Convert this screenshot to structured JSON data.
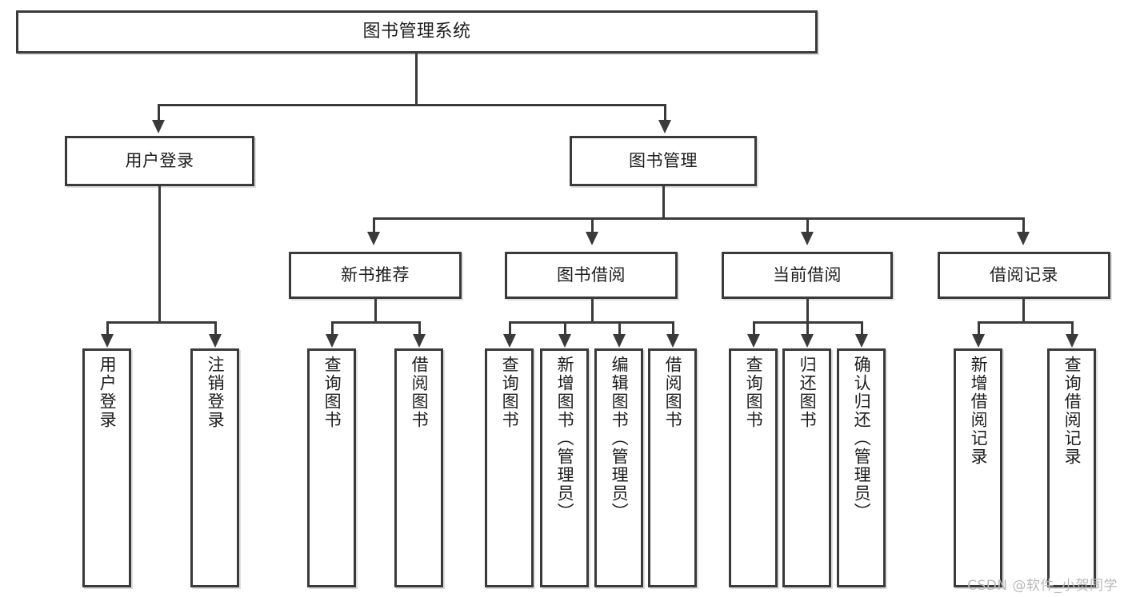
{
  "diagram": {
    "type": "tree-hierarchy",
    "title": "图书管理系统",
    "root": {
      "label": "图书管理系统"
    },
    "level2": [
      {
        "label": "用户登录"
      },
      {
        "label": "图书管理"
      }
    ],
    "level3": [
      {
        "label": "新书推荐"
      },
      {
        "label": "图书借阅"
      },
      {
        "label": "当前借阅"
      },
      {
        "label": "借阅记录"
      }
    ],
    "leaves": {
      "user_login": [
        {
          "label": "用户登录"
        },
        {
          "label": "注销登录"
        }
      ],
      "new_book_recommend": [
        {
          "label": "查询图书"
        },
        {
          "label": "借阅图书"
        }
      ],
      "book_borrow": [
        {
          "label": "查询图书"
        },
        {
          "label": "新增图书（管理员）"
        },
        {
          "label": "编辑图书（管理员）"
        },
        {
          "label": "借阅图书"
        }
      ],
      "current_borrow": [
        {
          "label": "查询图书"
        },
        {
          "label": "归还图书"
        },
        {
          "label": "确认归还（管理员）"
        }
      ],
      "borrow_record": [
        {
          "label": "新增借阅记录"
        },
        {
          "label": "查询借阅记录"
        }
      ]
    },
    "colors": {
      "line": "#3a3a3a",
      "box_fill": "#ffffff",
      "text": "#1d1d1d",
      "watermark": "#b9b9b9"
    }
  },
  "watermark": {
    "text": "CSDN @软件_小贺同学"
  }
}
